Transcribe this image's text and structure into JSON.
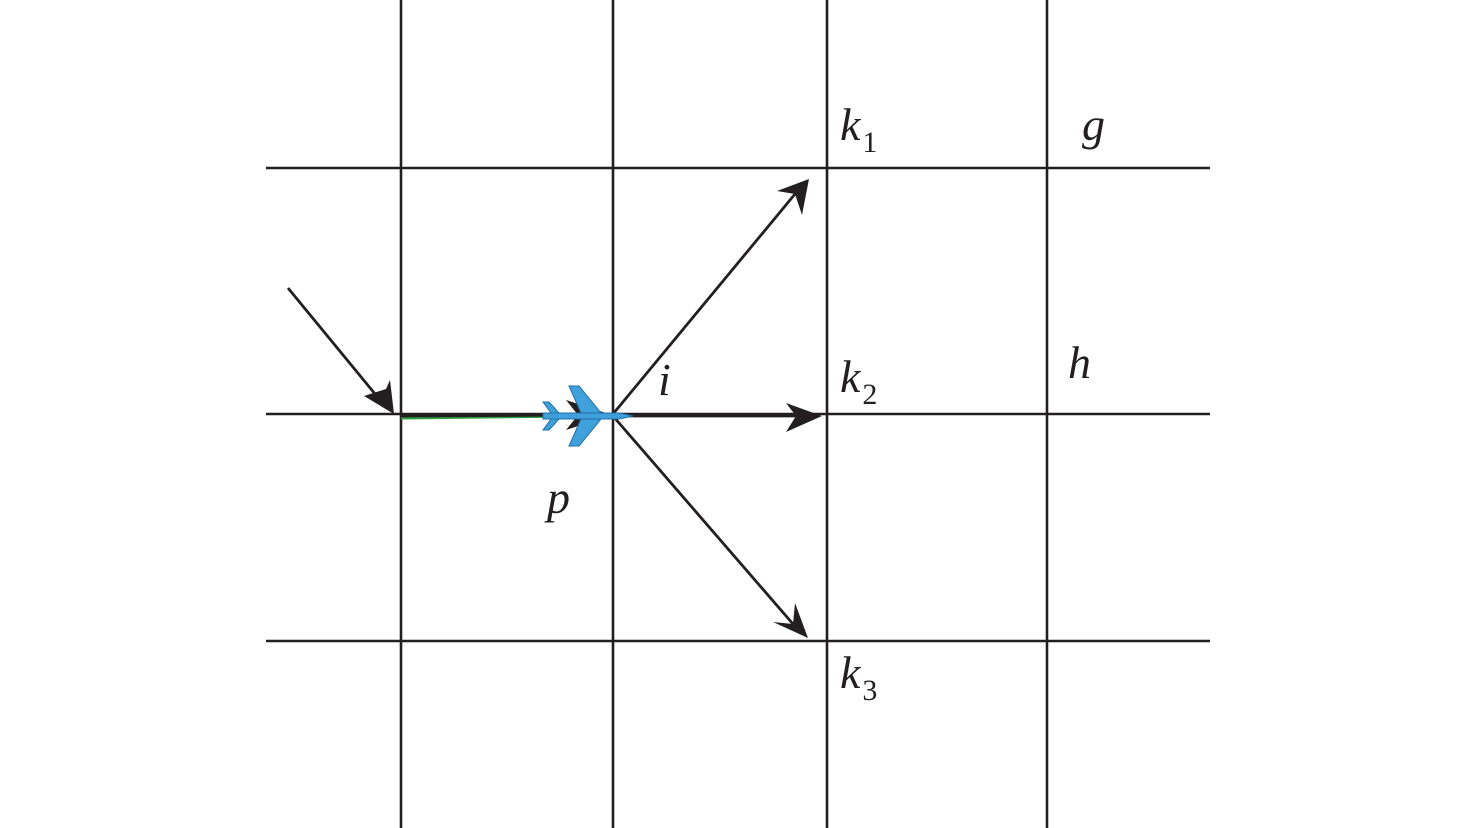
{
  "labels": {
    "k1": {
      "main": "k",
      "sub": "1"
    },
    "k2": {
      "main": "k",
      "sub": "2"
    },
    "k3": {
      "main": "k",
      "sub": "3"
    },
    "g": "g",
    "h": "h",
    "i": "i",
    "p": "p"
  },
  "colors": {
    "line": "#231f20",
    "aircraft": "#3fa0dc",
    "traversed_path": "#2e9e3f"
  },
  "icons": {
    "aircraft": "airplane-icon"
  }
}
